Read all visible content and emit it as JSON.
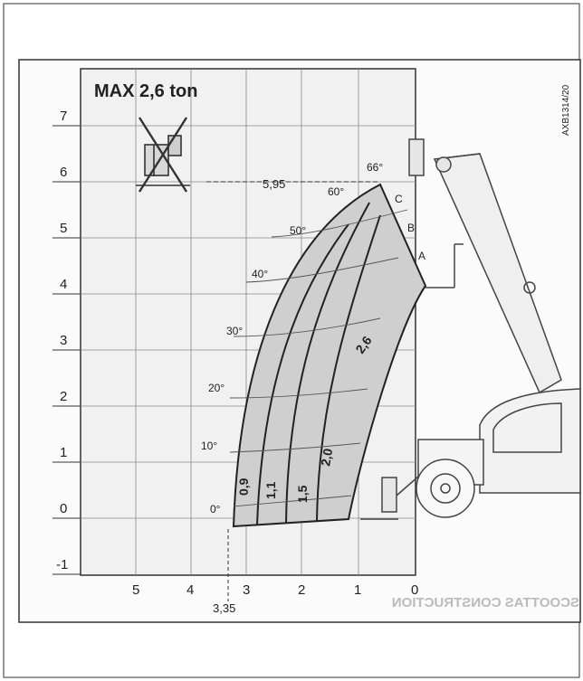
{
  "header": {
    "title": "MAX 2,6 ton",
    "code": "AXB1314/20"
  },
  "axes": {
    "y_ticks": [
      "7",
      "6",
      "5",
      "4",
      "3",
      "2",
      "1",
      "0",
      "-1"
    ],
    "x_ticks": [
      "5",
      "4",
      "3",
      "2",
      "1",
      "0"
    ],
    "x_marker": "3,35",
    "height_marker": "5,95"
  },
  "angles": [
    "66°",
    "60°",
    "50°",
    "40°",
    "30°",
    "20°",
    "10°",
    "0°"
  ],
  "zones": [
    "0,9",
    "1,1",
    "1,5",
    "2,0",
    "2,6"
  ],
  "extensions": [
    "A",
    "B",
    "C"
  ],
  "footer_mirrored": "SCOOTTAS CONSTRUCTION"
}
